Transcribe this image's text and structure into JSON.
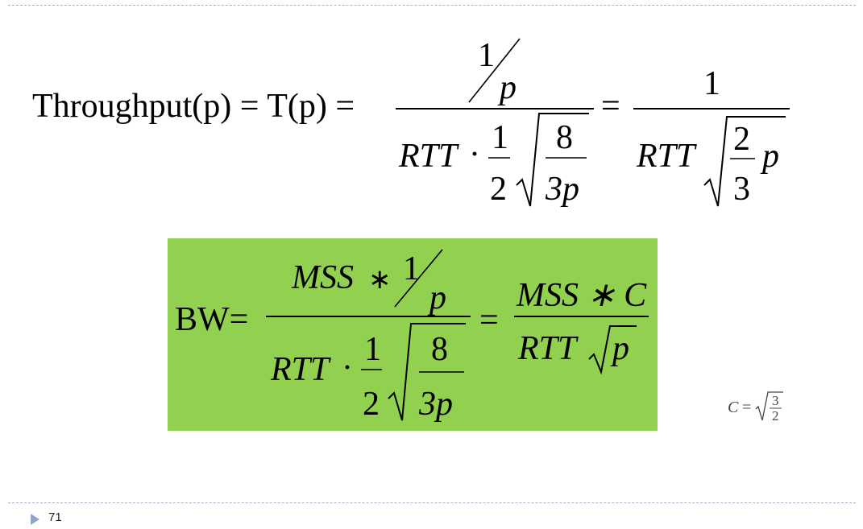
{
  "slide": {
    "number": "71",
    "bg_accent": "#92d050"
  },
  "eq1": {
    "lhs": "Throughput(p) = T(p) =",
    "num_one": "1",
    "num_p": "p",
    "rtt": "RTT",
    "dot": "·",
    "half_num": "1",
    "half_den": "2",
    "root_num": "8",
    "root_den": "3p",
    "equals": "=",
    "rhs_num": "1",
    "rhs_rtt": "RTT",
    "rhs_root_num": "2",
    "rhs_root_den": "3",
    "rhs_p": "p"
  },
  "eq2": {
    "lhs": "BW=",
    "mss": "MSS",
    "star": "∗",
    "num_one": "1",
    "num_p": "p",
    "rtt": "RTT",
    "dot": "·",
    "half_num": "1",
    "half_den": "2",
    "root_num": "8",
    "root_den": "3p",
    "equals": "=",
    "rhs_num": "MSS ∗ C",
    "rhs_rtt": "RTT",
    "rhs_p": "p"
  },
  "eq3": {
    "c": "C",
    "equals": "=",
    "root_num": "3",
    "root_den": "2"
  }
}
